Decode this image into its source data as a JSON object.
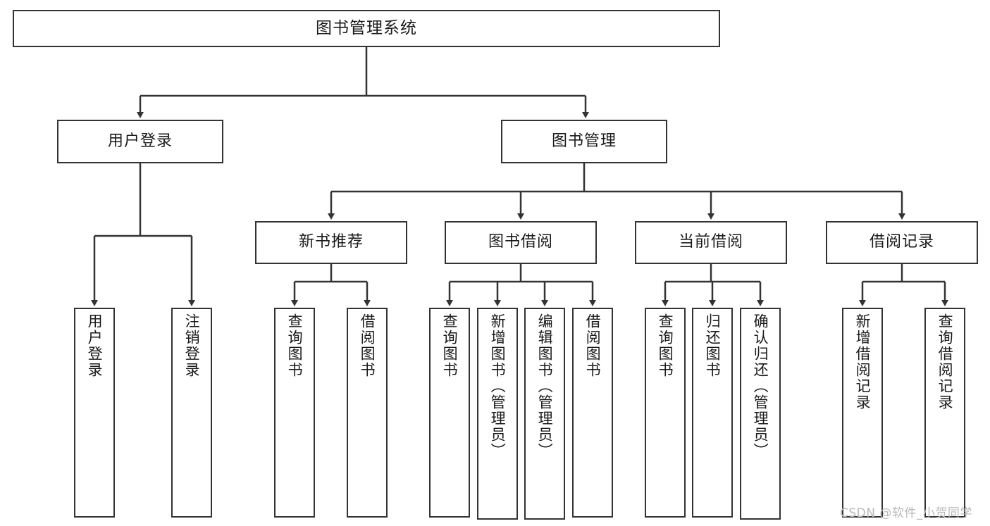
{
  "diagram": {
    "title": "图书管理系统",
    "type": "hierarchy-tree",
    "colors": {
      "box_border": "#333333",
      "box_fill": "#ffffff",
      "connector": "#333333",
      "text": "#1a1a1a",
      "watermark": "#b8b8b8"
    },
    "levels": {
      "level1": [
        {
          "id": "root",
          "label": "图书管理系统",
          "orientation": "horizontal"
        }
      ],
      "level2": [
        {
          "id": "user-login",
          "label": "用户登录",
          "orientation": "horizontal"
        },
        {
          "id": "book-management",
          "label": "图书管理",
          "orientation": "horizontal"
        }
      ],
      "level3": [
        {
          "id": "new-book-recommend",
          "label": "新书推荐",
          "orientation": "horizontal",
          "parent": "book-management"
        },
        {
          "id": "book-borrow",
          "label": "图书借阅",
          "orientation": "horizontal",
          "parent": "book-management"
        },
        {
          "id": "current-borrow",
          "label": "当前借阅",
          "orientation": "horizontal",
          "parent": "book-management"
        },
        {
          "id": "borrow-record",
          "label": "借阅记录",
          "orientation": "horizontal",
          "parent": "book-management"
        }
      ],
      "level4": [
        {
          "id": "leaf-user-login",
          "label": "用户登录",
          "orientation": "vertical",
          "parent": "user-login"
        },
        {
          "id": "leaf-logout",
          "label": "注销登录",
          "orientation": "vertical",
          "parent": "user-login"
        },
        {
          "id": "leaf-query-book-1",
          "label": "查询图书",
          "orientation": "vertical",
          "parent": "new-book-recommend"
        },
        {
          "id": "leaf-borrow-book-1",
          "label": "借阅图书",
          "orientation": "vertical",
          "parent": "new-book-recommend"
        },
        {
          "id": "leaf-query-book-2",
          "label": "查询图书",
          "orientation": "vertical",
          "parent": "book-borrow"
        },
        {
          "id": "leaf-add-book",
          "label": "新增图书（管理员）",
          "orientation": "vertical",
          "parent": "book-borrow"
        },
        {
          "id": "leaf-edit-book",
          "label": "编辑图书（管理员）",
          "orientation": "vertical",
          "parent": "book-borrow"
        },
        {
          "id": "leaf-borrow-book-2",
          "label": "借阅图书",
          "orientation": "vertical",
          "parent": "book-borrow"
        },
        {
          "id": "leaf-query-book-3",
          "label": "查询图书",
          "orientation": "vertical",
          "parent": "current-borrow"
        },
        {
          "id": "leaf-return-book",
          "label": "归还图书",
          "orientation": "vertical",
          "parent": "current-borrow"
        },
        {
          "id": "leaf-confirm-return",
          "label": "确认归还（管理员）",
          "orientation": "vertical",
          "parent": "current-borrow"
        },
        {
          "id": "leaf-add-record",
          "label": "新增借阅记录",
          "orientation": "vertical",
          "parent": "borrow-record"
        },
        {
          "id": "leaf-query-record",
          "label": "查询借阅记录",
          "orientation": "vertical",
          "parent": "borrow-record"
        }
      ]
    },
    "watermark": "CSDN @软件_小贺同学"
  }
}
